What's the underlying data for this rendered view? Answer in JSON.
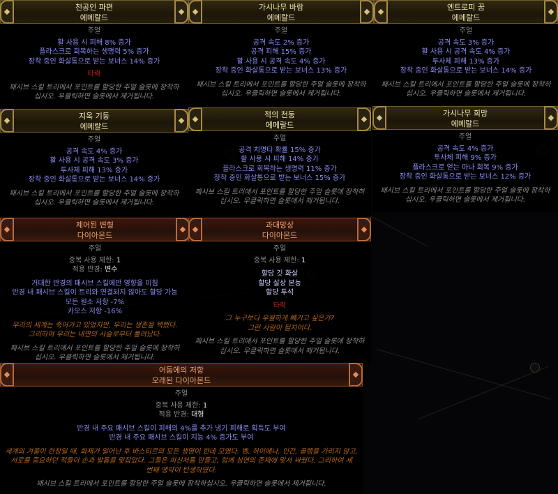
{
  "slot_label": "주얼",
  "corrupted_label": "타락",
  "socket_hint_long": "패시브 스킬 트리에서 포인트를 할당한 주얼 슬롯에 장착하십시오. 우클릭하면 슬롯에서 제거됩니다.",
  "jewels": [
    {
      "id": "ferocious",
      "name": "천공인 파편",
      "base": "에메랄드",
      "mods": [
        "활 사용 시 피해 8% 증가",
        "플라스크로 회복하는 생명력 5% 증가",
        "장착 중인 화살통으로 받는 보너스 14% 증가"
      ],
      "corrupted": true,
      "hint": [
        "패시브 스킬 트리에서 포인트를 할당한 주얼 슬롯에 장착하",
        "십시오. 우클릭하면 슬롯에서 제거됩니다."
      ]
    },
    {
      "id": "thorn-wind",
      "name": "가시나무 바람",
      "base": "에메랄드",
      "mods": [
        "공격 속도 2% 증가",
        "공격 피해 15% 증가",
        "활 사용 시 공격 속도 4% 증가",
        "장착 중인 화살통으로 받는 보너스 13% 증가"
      ],
      "hint": [
        "패시브 스킬 트리에서 포인트를 할당한 주얼 슬롯에 장착하",
        "십시오. 우클릭하면 슬롯에서 제거됩니다."
      ]
    },
    {
      "id": "entropy-dream",
      "name": "엔트로피 꿈",
      "base": "에메랄드",
      "mods": [
        "공격 속도 3% 증가",
        "활 사용 시 공격 속도 4% 증가",
        "투사체 피해 13% 증가",
        "장착 중인 화살통으로 받는 보너스 14% 증가"
      ],
      "hint": [
        "패시브 스킬 트리에서 포인트를 할당한 주얼 슬롯에 장착하",
        "십시오. 우클릭하면 슬롯에서 제거됩니다."
      ]
    },
    {
      "id": "hell-pillar",
      "name": "지옥 기둥",
      "base": "에메랄드",
      "mods": [
        "공격 속도 4% 증가",
        "활 사용 시 공격 속도 3% 증가",
        "투사체 피해 13% 증가",
        "장착 중인 화살통으로 받는 보너스 14% 증가"
      ],
      "hint": [
        "패시브 스킬 트리에서 포인트를 할당한 주얼 슬롯에 장착하",
        "십시오. 우클릭하면 슬롯에서 제거됩니다."
      ]
    },
    {
      "id": "enemy-heart",
      "name": "적의 천둥",
      "base": "에메랄드",
      "mods": [
        "공격 치명타 확률 15% 증가",
        "활 사용 시 피해 14% 증가",
        "플라스크로 회복하는 생명력 11% 증가",
        "장착 중인 화살통으로 받는 보너스 15% 증가"
      ],
      "hint": [
        "패시브 스킬 트리에서 포인트를 할당한 주얼 슬롯에 장착하",
        "십시오. 우클릭하면 슬롯에서 제거됩니다."
      ]
    },
    {
      "id": "thorn-hope",
      "name": "가시나무 희망",
      "base": "에메랄드",
      "mods": [
        "공격 속도 4% 증가",
        "투사체 피해 9% 증가",
        "플라스크로 얻는 마나 회복 9% 증가",
        "장착 중인 화살통으로 받는 보너스 12% 증가"
      ],
      "hint": [
        "패시브 스킬 트리에서 포인트를 할당한 주얼 슬롯에 장착하",
        "십시오. 우클릭하면 슬롯에서 제거됩니다."
      ]
    },
    {
      "id": "controlled-metamorphosis",
      "name": "제어된 변형",
      "base": "다이아몬드",
      "limit_label": "중복 사용 제한:",
      "limit_value": "1",
      "radius_label": "적용 반경:",
      "radius_value": "변수",
      "mods": [
        "거대한 반경의 패시브 스킬에만 영향을 미침",
        "반경 내 패시브 스킬이 트리와 연결되지 않아도 할당 가능",
        "모든 원소 저항 -7%",
        "카오스 저항 -16%"
      ],
      "flavor": [
        "우리의 세계는 죽어가고 있었지만, 우리는 생존을 택했다.",
        "그리하여 우리는 내면의 사슬로부터 풀려났다."
      ],
      "hint": [
        "패시브 스킬 트리에서 포인트를 할당한 주얼 슬롯에 장착하",
        "십시오. 우클릭하면 슬롯에서 제거됩니다."
      ]
    },
    {
      "id": "megalomaniac",
      "name": "과대망상",
      "base": "다이아몬드",
      "limit_label": "중복 사용 제한:",
      "limit_value": "1",
      "mods": [
        "할당 깃 화살",
        "할당 살상 본능",
        "할당 투석"
      ],
      "corrupted": true,
      "flavor": [
        "그 누구보다 우월하게 빼기고 싶은가?",
        "그런 사람이 될지어다."
      ],
      "hint": [
        "패시브 스킬 트리에서 포인트를 할당한 주얼 슬롯에 장착하",
        "십시오. 우클릭하면 슬롯에서 제거됩니다."
      ]
    },
    {
      "id": "impossible-escape",
      "name": "어둠에의 저항",
      "base": "오래된 다이아몬드",
      "limit_label": "중복 사용 제한:",
      "limit_value": "1",
      "radius_label": "적용 반경:",
      "radius_value": "대형",
      "mods": [
        "반경 내 주요 패시브 스킬이 피해의 4%를 추가 냉기 피해로 획득도 부여",
        "반경 내 주요 패시브 스킬이 지능 4% 증가도 부여"
      ],
      "flavor": [
        "세계의 겨울이 한창일 때, 화재가 일어난 후 바스티르의 모든 생명이 한데 모였다. 벰, 하이에나, 인간, 골렘을 가리지 않고,",
        "서로를 중요하던 적들이 손과 발톱을 맞잡았다. 그들은 피신처를 만들고, 함께 심연의 존재에 맞서 싸웠다. 그리하여 세",
        "번째 맹약이 탄생하였다."
      ]
    }
  ]
}
